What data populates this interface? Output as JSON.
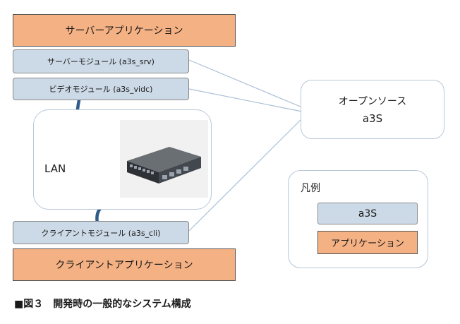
{
  "apps": {
    "server": "サーバーアプリケーション",
    "client": "クライアントアプリケーション"
  },
  "modules": {
    "server": "サーバーモジュール (a3s_srv)",
    "video": "ビデオモジュール (a3s_vidc)",
    "client": "クライアントモジュール (a3s_cli)"
  },
  "lan_label": "LAN",
  "open_source": {
    "line1": "オープンソース",
    "line2": "a3S"
  },
  "legend": {
    "title": "凡例",
    "a3s": "a3S",
    "app": "アプリケーション"
  },
  "caption": "■図３　開発時の一般的なシステム構成",
  "icons": {
    "switch": "network-switch-icon"
  },
  "colors": {
    "app_fill": "#f4b183",
    "module_fill": "#ccd9e6",
    "cable": "#2f5d8a",
    "connector_line": "#a9bfd6"
  }
}
